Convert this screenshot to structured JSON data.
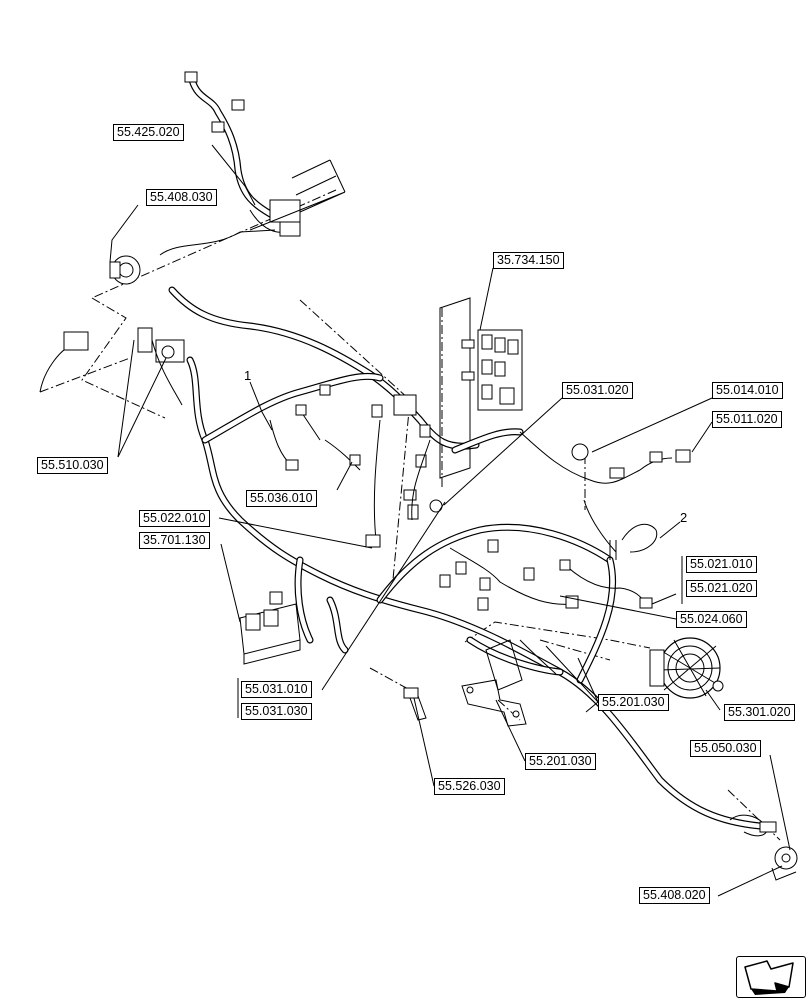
{
  "references": [
    {
      "id": "r1",
      "label": "55.425.020"
    },
    {
      "id": "r2",
      "label": "55.408.030"
    },
    {
      "id": "r3",
      "label": "35.734.150"
    },
    {
      "id": "r4",
      "label": "55.031.020"
    },
    {
      "id": "r5",
      "label": "55.014.010"
    },
    {
      "id": "r6",
      "label": "55.011.020"
    },
    {
      "id": "r7",
      "label": "55.510.030"
    },
    {
      "id": "r8",
      "label": "55.036.010"
    },
    {
      "id": "r9",
      "label": "55.022.010"
    },
    {
      "id": "r10",
      "label": "35.701.130"
    },
    {
      "id": "r11",
      "label": "55.021.010"
    },
    {
      "id": "r12",
      "label": "55.021.020"
    },
    {
      "id": "r13",
      "label": "55.024.060"
    },
    {
      "id": "r14",
      "label": "55.031.010"
    },
    {
      "id": "r15",
      "label": "55.031.030"
    },
    {
      "id": "r16",
      "label": "55.201.030"
    },
    {
      "id": "r17",
      "label": "55.301.020"
    },
    {
      "id": "r18",
      "label": "55.201.030"
    },
    {
      "id": "r19",
      "label": "55.050.030"
    },
    {
      "id": "r20",
      "label": "55.526.030"
    },
    {
      "id": "r21",
      "label": "55.408.020"
    }
  ],
  "item_numbers": [
    "1",
    "2"
  ],
  "navigation": {
    "icon": "next-page-arrow-icon"
  }
}
